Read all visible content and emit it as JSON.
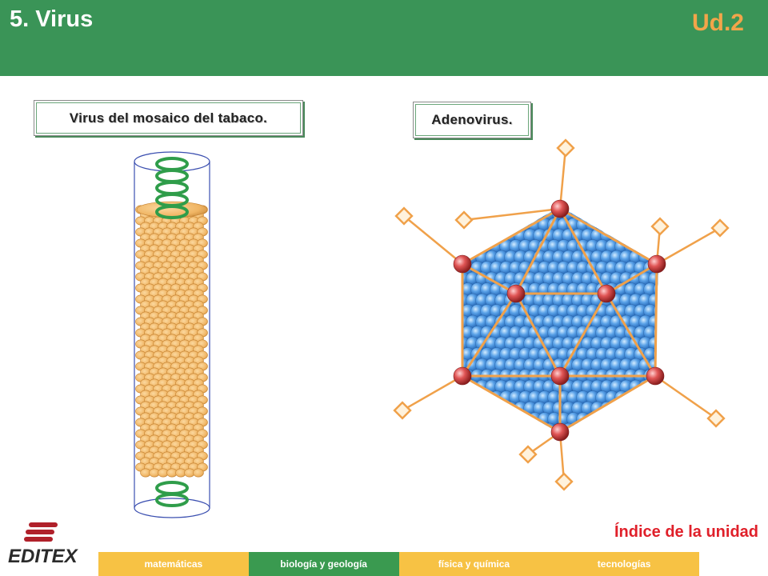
{
  "header": {
    "title": "5. Virus",
    "unit": "Ud.2"
  },
  "figures": {
    "tmv_caption": "Virus del mosaico del tabaco.",
    "adeno_caption": "Adenovirus."
  },
  "footer": {
    "logo_text": "EDITEX",
    "index_link": "Índice de la unidad",
    "tabs": [
      {
        "label": "matemáticas"
      },
      {
        "label": "biología y geología"
      },
      {
        "label": "física y química"
      },
      {
        "label": "tecnologías"
      }
    ]
  },
  "colors": {
    "header_bg": "#3a9457",
    "unit_text": "#f2a54a",
    "tab_yellow": "#f7c244",
    "tab_green": "#3a9a50",
    "link_red": "#e0202a"
  }
}
